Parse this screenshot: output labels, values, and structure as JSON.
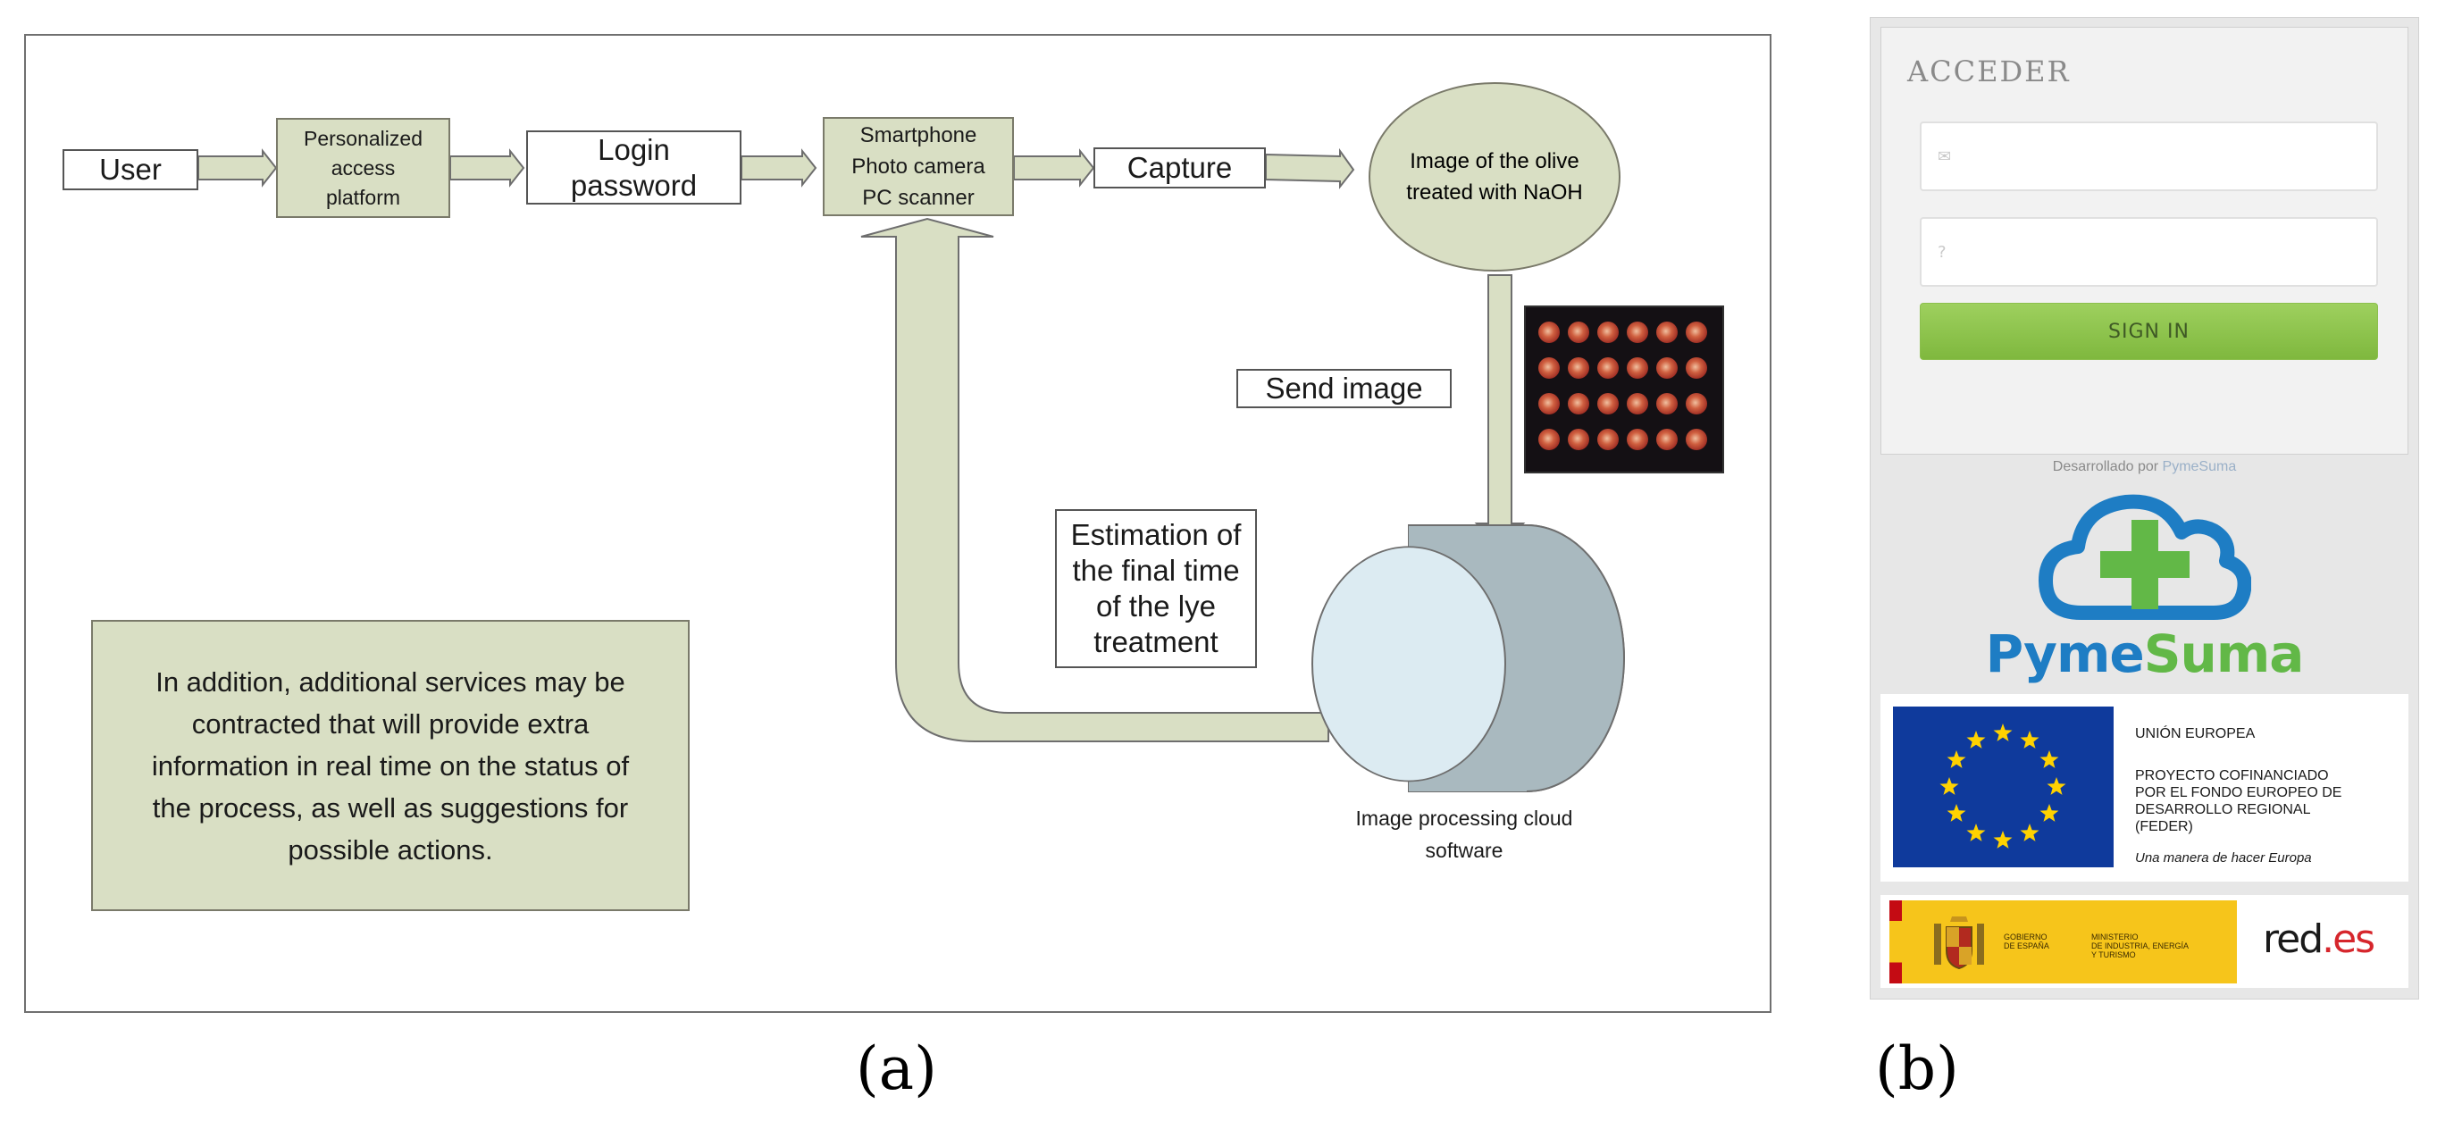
{
  "panel_a": {
    "panel_label": "(a)",
    "nodes": {
      "user": "User",
      "access_platform": "Personalized\naccess\nplatform",
      "login": "Login\npassword",
      "devices": "Smartphone\nPhoto camera\nPC scanner",
      "capture": "Capture",
      "olive_image": "Image of the olive\ntreated with NaOH",
      "send_image": "Send image",
      "estimation": "Estimation of\nthe final time\nof the lye\ntreatment",
      "cloud_software": "Image processing cloud\nsoftware",
      "additional_services": "In addition, additional services may be\ncontracted that will provide extra\ninformation in real time on the status of\nthe process, as well as suggestions for\npossible actions."
    },
    "colors": {
      "box_fill_green": "#d9dfc4",
      "arrow_fill": "#d9dfc4",
      "cylinder_body": "#a9b9bf",
      "cylinder_face": "#dcebf2"
    }
  },
  "panel_b": {
    "panel_label": "(b)",
    "login_title": "ACCEDER",
    "username_placeholder": "✉",
    "password_placeholder": "?",
    "signin_label": "SIGN IN",
    "developed_by_prefix": "Desarrollado por ",
    "developed_by_link": "PymeSuma",
    "brand_part1": "Pyme",
    "brand_part2": "Suma",
    "eu_union": "UNIÓN EUROPEA",
    "eu_project": "PROYECTO COFINANCIADO\nPOR EL FONDO EUROPEO DE\nDESARROLLO REGIONAL\n(FEDER)",
    "eu_motto": "Una manera de hacer Europa",
    "gov_gobierno": "GOBIERNO\nDE ESPAÑA",
    "gov_ministerio": "MINISTERIO\nDE INDUSTRIA, ENERGÍA\nY TURISMO",
    "rede_part1": "red",
    "rede_part2": ".es",
    "colors": {
      "signin_green": "#8cc44f",
      "brand_blue": "#1e7dc4",
      "brand_green": "#62b847",
      "eu_blue": "#0f3a9c",
      "eu_star": "#ffd200",
      "gov_yellow": "#f6c51b",
      "rede_red": "#d6262c"
    }
  }
}
